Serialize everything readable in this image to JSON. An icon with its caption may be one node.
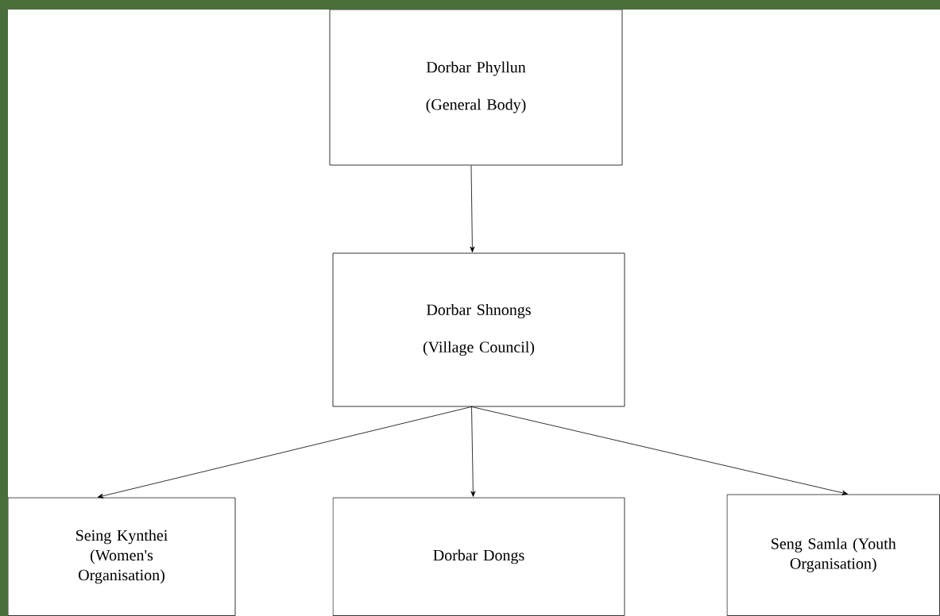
{
  "diagram": {
    "nodes": [
      {
        "text": [
          "Dorbar Phyllun",
          "(General Body)"
        ]
      },
      {
        "text": [
          "Dorbar Shnongs",
          "(Village Council)"
        ]
      },
      {
        "text": [
          "Seing Kynthei (Women's Organisation)"
        ]
      },
      {
        "text": [
          "Dorbar Dongs"
        ]
      },
      {
        "text": [
          "Seng Samla (Youth Organisation)"
        ]
      }
    ],
    "edges": [
      {
        "from": 0,
        "to": 1,
        "arrow": "to"
      },
      {
        "from": 1,
        "to": 2,
        "arrow": "to"
      },
      {
        "from": 1,
        "to": 3,
        "arrow": "to"
      },
      {
        "from": 1,
        "to": 4,
        "arrow": "to"
      }
    ]
  }
}
